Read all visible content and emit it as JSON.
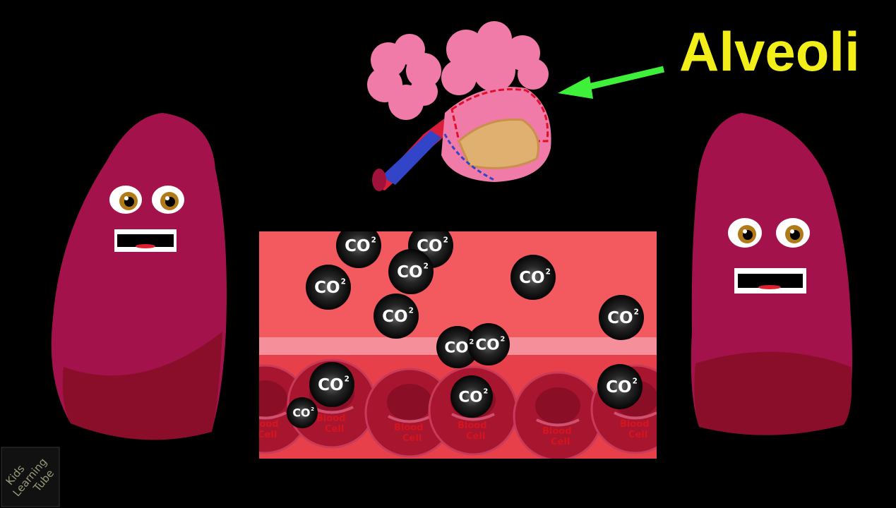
{
  "title": "Alveoli",
  "co2_label": "CO",
  "co2_subscript": "2",
  "blood_cell_label": [
    "Blood",
    "Cell"
  ],
  "watermark": [
    "Kids",
    "Learning",
    "Tube"
  ],
  "colors": {
    "background": "#000000",
    "title": "#f2ee1a",
    "arrow": "#3ef03a",
    "lung": "#a3124b",
    "lung_shadow": "#8a0e2a",
    "plasma": "#f25a60",
    "membrane": "#f5909a",
    "blood_cell": "#a8152f",
    "co2": "#111111",
    "alveoli": "#f07aa8"
  }
}
